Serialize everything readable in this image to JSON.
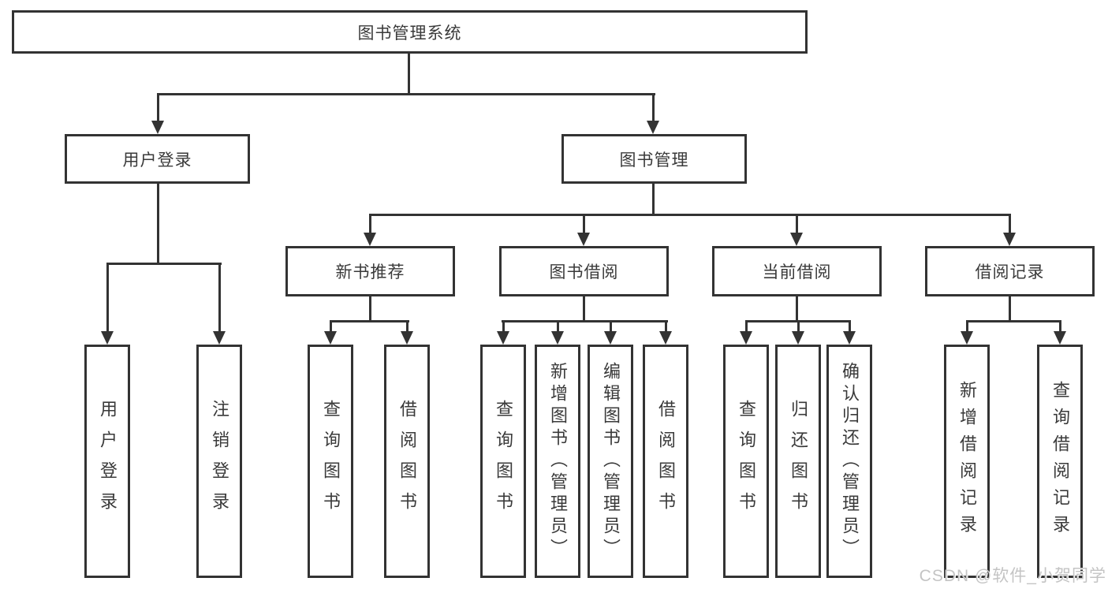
{
  "diagram": {
    "root": "图书管理系统",
    "branches": [
      {
        "label": "用户登录",
        "children": [
          "用户登录",
          "注销登录"
        ]
      },
      {
        "label": "图书管理",
        "children": [
          {
            "label": "新书推荐",
            "children": [
              "查询图书",
              "借阅图书"
            ]
          },
          {
            "label": "图书借阅",
            "children": [
              "查询图书",
              "新增图书（管理员）",
              "编辑图书（管理员）",
              "借阅图书"
            ]
          },
          {
            "label": "当前借阅",
            "children": [
              "查询图书",
              "归还图书",
              "确认归还（管理员）"
            ]
          },
          {
            "label": "借阅记录",
            "children": [
              "新增借阅记录",
              "查询借阅记录"
            ]
          }
        ]
      }
    ]
  },
  "watermark": "CSDN @软件_小贺同学",
  "colors": {
    "line": "#333333",
    "text": "#3a3a3a",
    "background": "#ffffff",
    "watermark": "#c4c4c4"
  }
}
